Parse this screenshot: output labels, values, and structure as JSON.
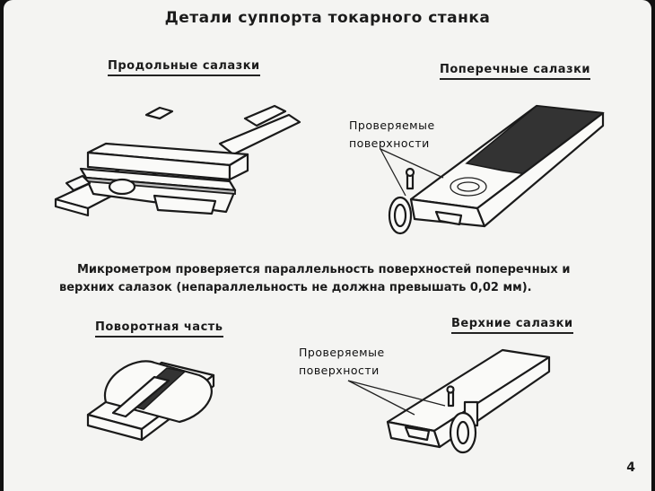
{
  "title": "Детали суппорта токарного станка",
  "parts": {
    "longitudinal_slide": "Продольные салазки",
    "cross_slide": "Поперечные салазки",
    "swivel_part": "Поворотная часть",
    "upper_slide": "Верхние салазки"
  },
  "callouts": {
    "cross": [
      "Проверяемые",
      "поверхности"
    ],
    "upper": [
      "Проверяемые",
      "поверхности"
    ]
  },
  "caption": {
    "line1": "Микрометром проверяется параллельность поверхностей   поперечных   и",
    "line2": "верхних салазок (непараллельность не должна превышать 0,02 мм)."
  },
  "page_number": "4"
}
